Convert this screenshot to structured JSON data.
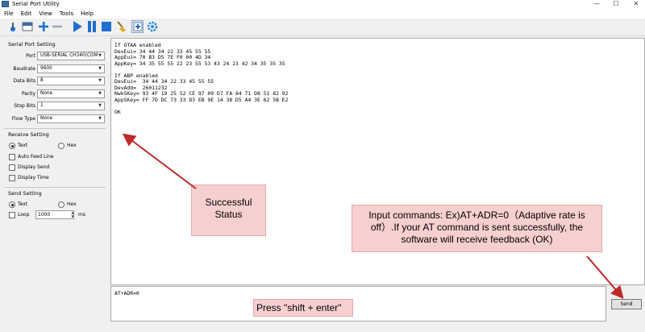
{
  "window": {
    "title": "Serial Port Utility",
    "min": "—",
    "max": "☐",
    "close": "✕"
  },
  "menu": [
    "File",
    "Edit",
    "View",
    "Tools",
    "Help"
  ],
  "serial_port_setting": {
    "title": "Serial Port Setting",
    "port": {
      "label": "Port",
      "value": "USB-SERIAL CH340(COM"
    },
    "baudrate": {
      "label": "Baudrate",
      "value": "9600"
    },
    "data_bits": {
      "label": "Data Bits",
      "value": "8"
    },
    "parity": {
      "label": "Parity",
      "value": "None"
    },
    "stop_bits": {
      "label": "Stop Bits",
      "value": "1"
    },
    "flow_type": {
      "label": "Flow Type",
      "value": "None"
    }
  },
  "receive_setting": {
    "title": "Receive Setting",
    "text": "Text",
    "hex": "Hex",
    "auto_feed_line": "Auto Feed Line",
    "display_send": "Display Send",
    "display_time": "Display Time"
  },
  "send_setting": {
    "title": "Send Setting",
    "text": "Text",
    "hex": "Hex",
    "loop": "Loop",
    "interval": "1000",
    "unit": "ms"
  },
  "receive_lines": [
    "If OTAA enabled",
    "DevEui= 34 44 34 22 33 45 55 55",
    "AppEui= 70 B3 D5 7E F0 00 4D 34",
    "AppKey= 34 35 55 55 22 23 55 53 43 24 23 42 34 35 35 35",
    "",
    "If ABP enabled",
    "DevEui=  34 44 34 22 33 45 55 55",
    "DevAdd=  26011232",
    "NwkSKey= 93 4F 19 25 52 CE 97 09 D7 FA 84 71 D8 51 82 92",
    "AppSKey= FF 7D DC 73 33 D3 EB 9E 14 38 D5 A4 3E 62 5B E2",
    "",
    "OK"
  ],
  "send_input": "AT+ADR=0",
  "send_button": "Send",
  "annotations": {
    "status": "Successful Status",
    "commands": "Input commands: Ex)AT+ADR=0（Adaptive rate is off）.If your AT command is sent successfully, the software will receive feedback (OK)",
    "shift_enter": "Press \"shift + enter\""
  },
  "colors": {
    "annotation_bg": "#f8cfcf",
    "arrow": "#c0282a",
    "toolbar_blue": "#1e6fd0"
  },
  "icons": [
    "connect-icon",
    "log-icon",
    "add-icon",
    "remove-icon",
    "play-icon",
    "pause-icon",
    "stop-icon",
    "clear-brush-icon",
    "insert-icon",
    "settings-gear-icon"
  ]
}
